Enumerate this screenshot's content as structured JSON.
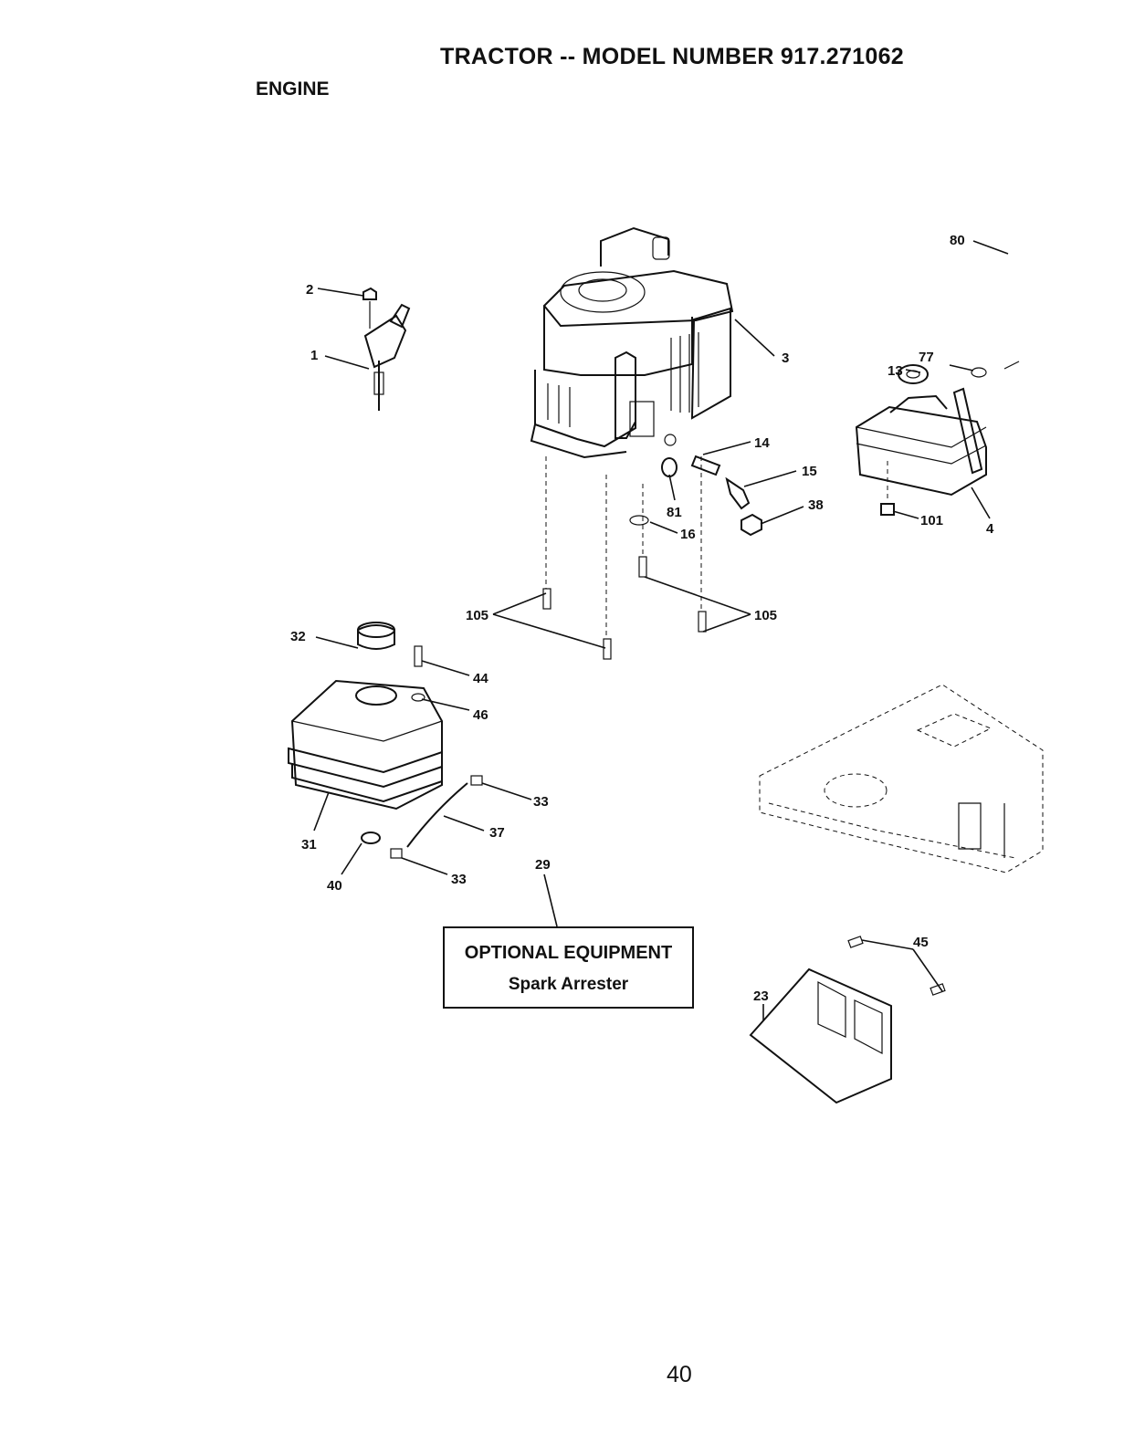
{
  "header": {
    "title": "TRACTOR -- MODEL NUMBER 917.271062",
    "section": "ENGINE"
  },
  "optional_equipment": {
    "title": "OPTIONAL EQUIPMENT",
    "item": "Spark Arrester"
  },
  "callouts": {
    "c1": "1",
    "c2": "2",
    "c3": "3",
    "c4": "4",
    "c13": "13",
    "c14": "14",
    "c15": "15",
    "c16": "16",
    "c23": "23",
    "c29": "29",
    "c31": "31",
    "c32": "32",
    "c33a": "33",
    "c33b": "33",
    "c37": "37",
    "c38": "38",
    "c40": "40",
    "c44": "44",
    "c45": "45",
    "c46": "46",
    "c77": "77",
    "c80": "80",
    "c81": "81",
    "c101": "101",
    "c105a": "105",
    "c105b": "105"
  },
  "page_number": "40"
}
